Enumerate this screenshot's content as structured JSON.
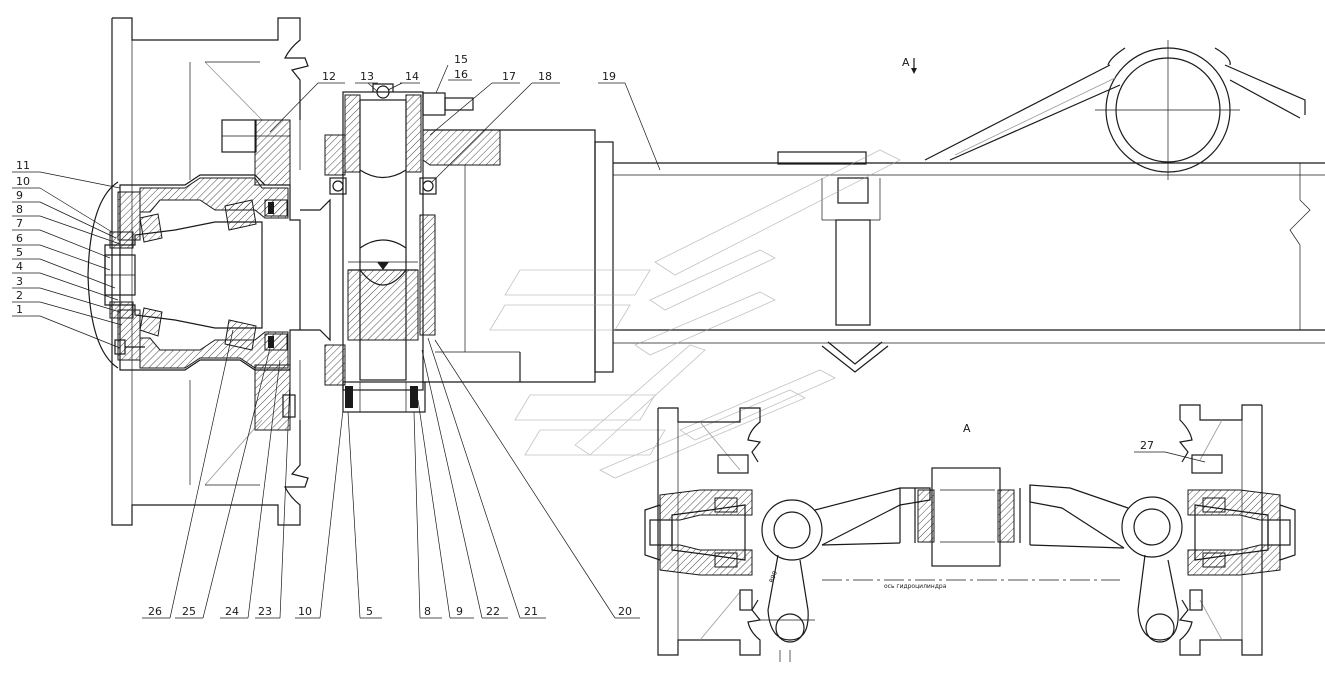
{
  "labels": {
    "p1": "1",
    "p2": "2",
    "p3": "3",
    "p4": "4",
    "p5": "5",
    "p6": "6",
    "p7": "7",
    "p8": "8",
    "p9": "9",
    "p10": "10",
    "p11": "11",
    "p12": "12",
    "p13": "13",
    "p14": "14",
    "p15": "15",
    "p16": "16",
    "p17": "17",
    "p18": "18",
    "p19": "19",
    "p20": "20",
    "p21": "21",
    "p22": "22",
    "p23": "23",
    "p24": "24",
    "p25": "25",
    "p26": "26",
    "p27": "27",
    "b10": "10",
    "b5": "5",
    "b8": "8",
    "b9": "9"
  },
  "view_marker": "A",
  "view_title": "A",
  "axis_note": "ось гидроцилиндра",
  "dim_note": "R90"
}
